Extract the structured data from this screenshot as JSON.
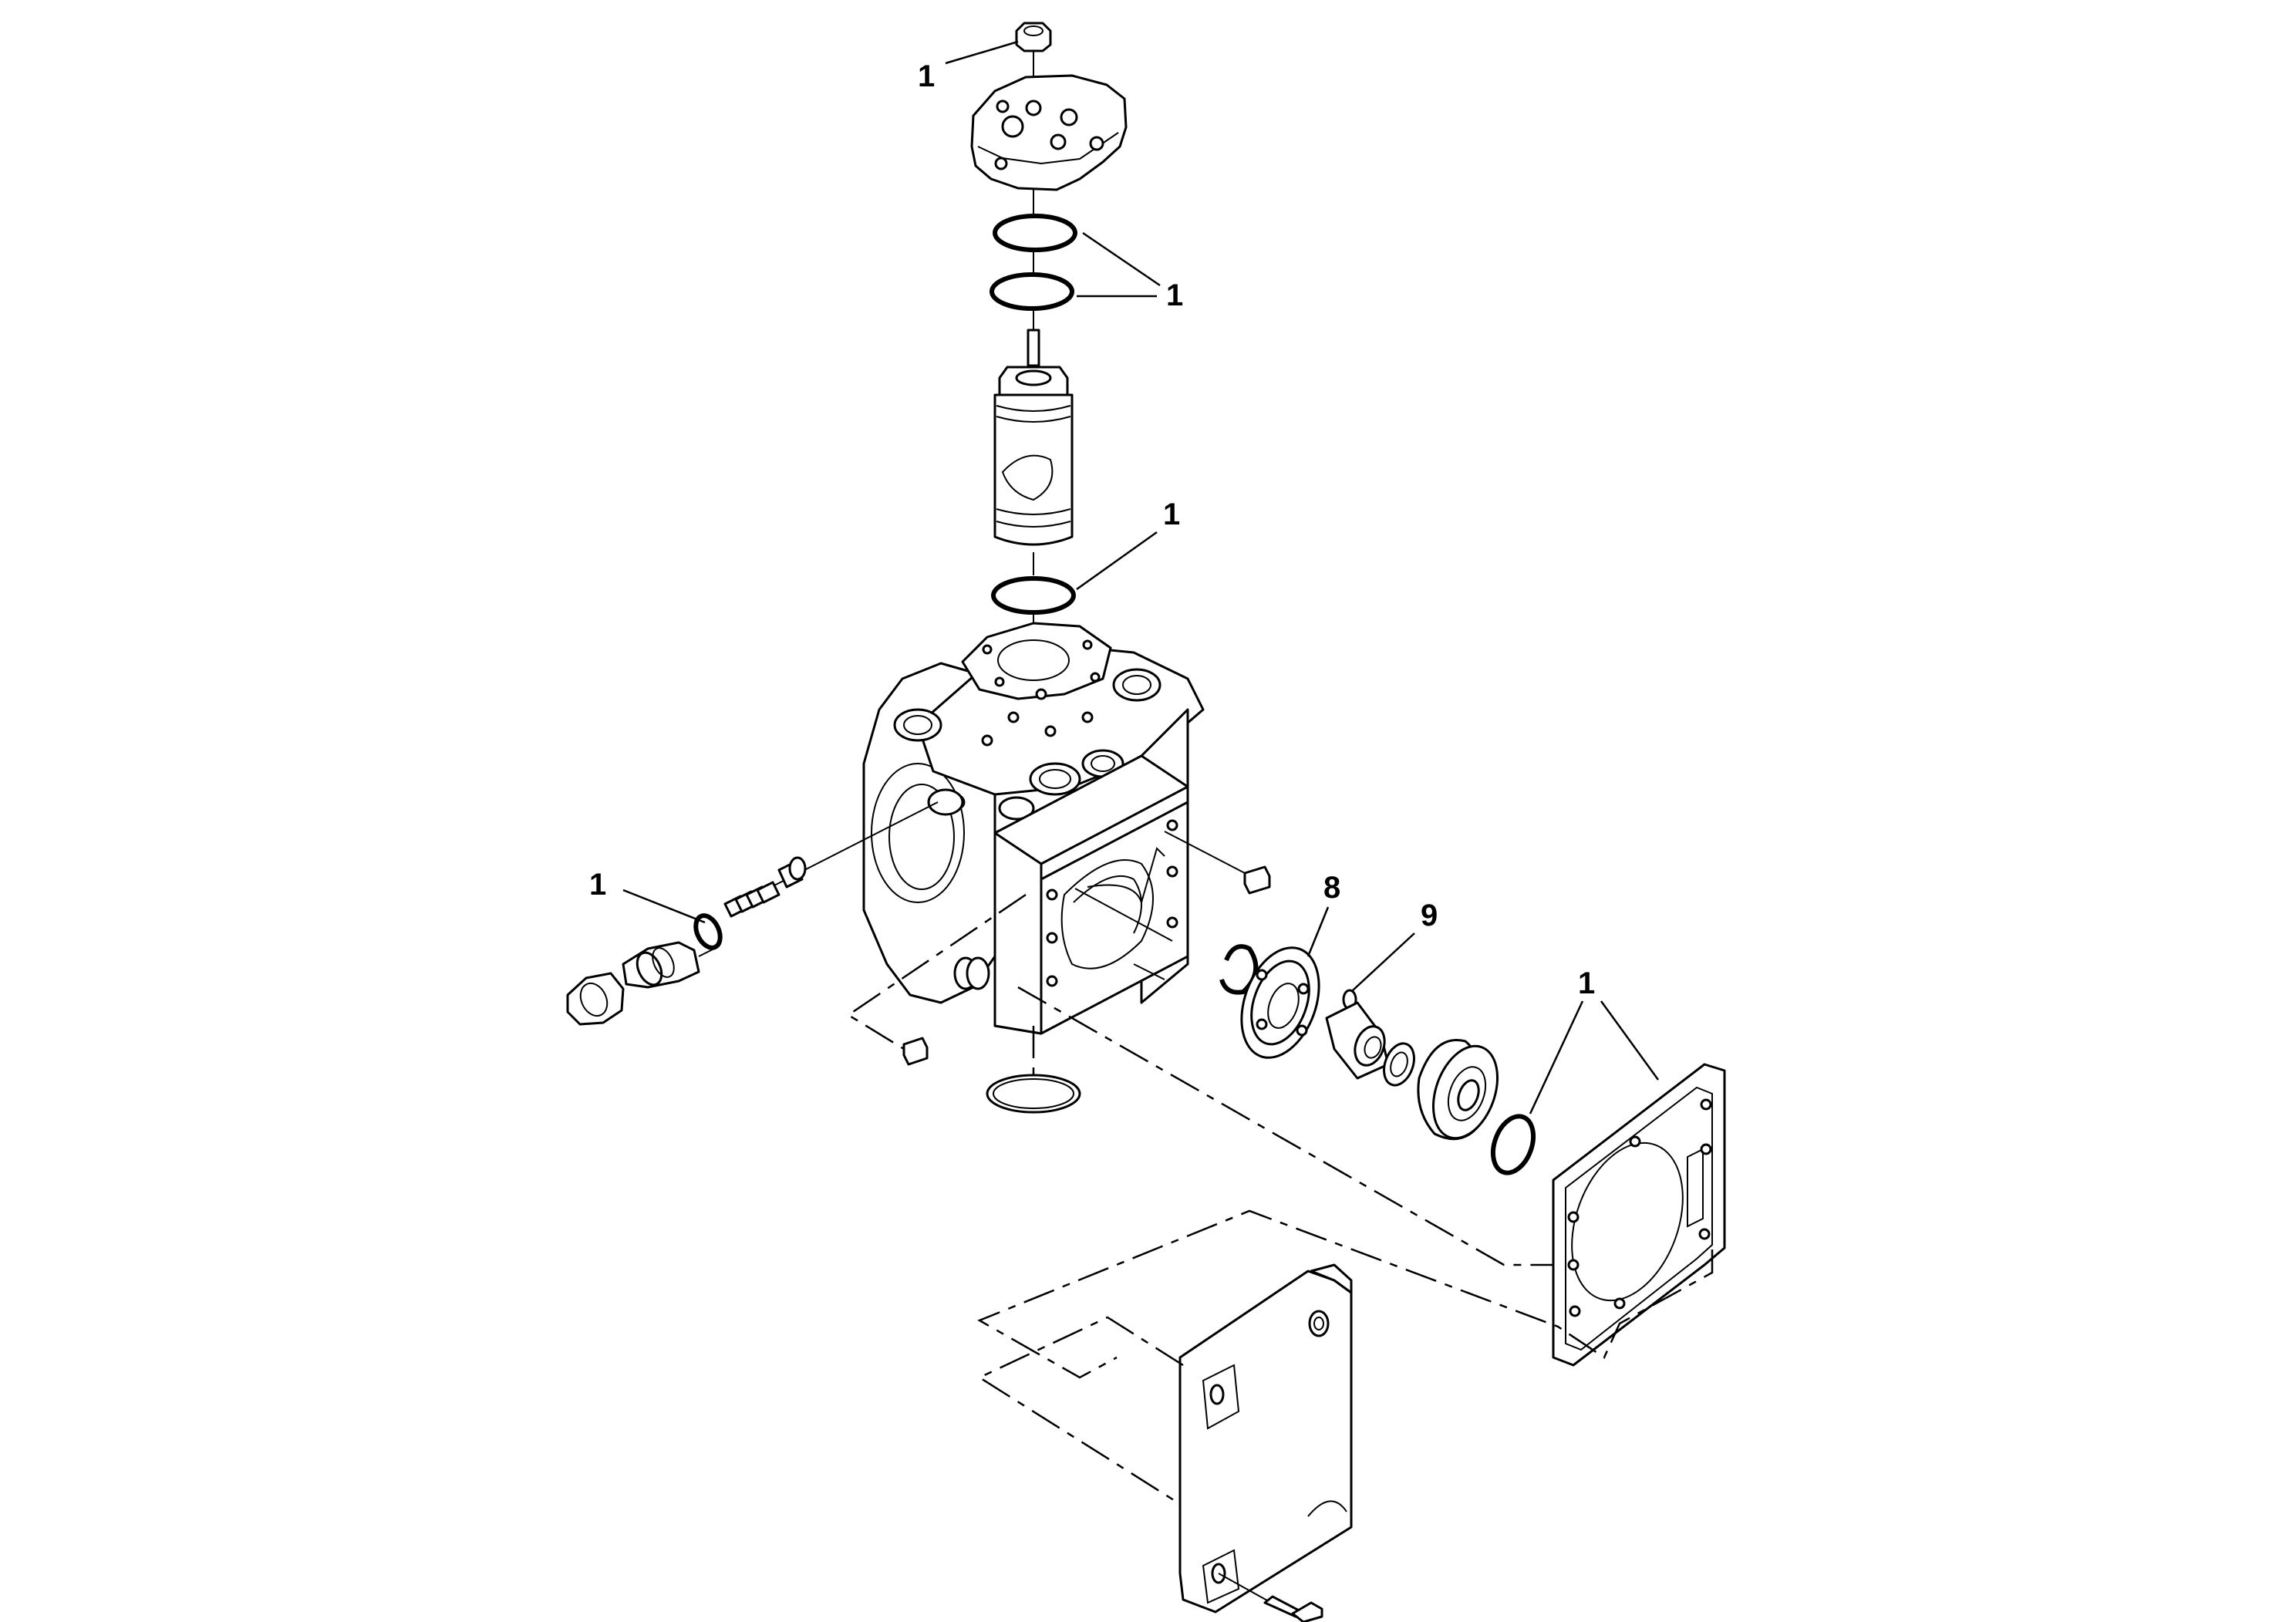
{
  "callouts": [
    {
      "id": "c1",
      "label": "1"
    },
    {
      "id": "c2",
      "label": "1"
    },
    {
      "id": "c3",
      "label": "1"
    },
    {
      "id": "c4",
      "label": "1"
    },
    {
      "id": "c5",
      "label": "8"
    },
    {
      "id": "c6",
      "label": "9"
    },
    {
      "id": "c7",
      "label": "1"
    }
  ]
}
